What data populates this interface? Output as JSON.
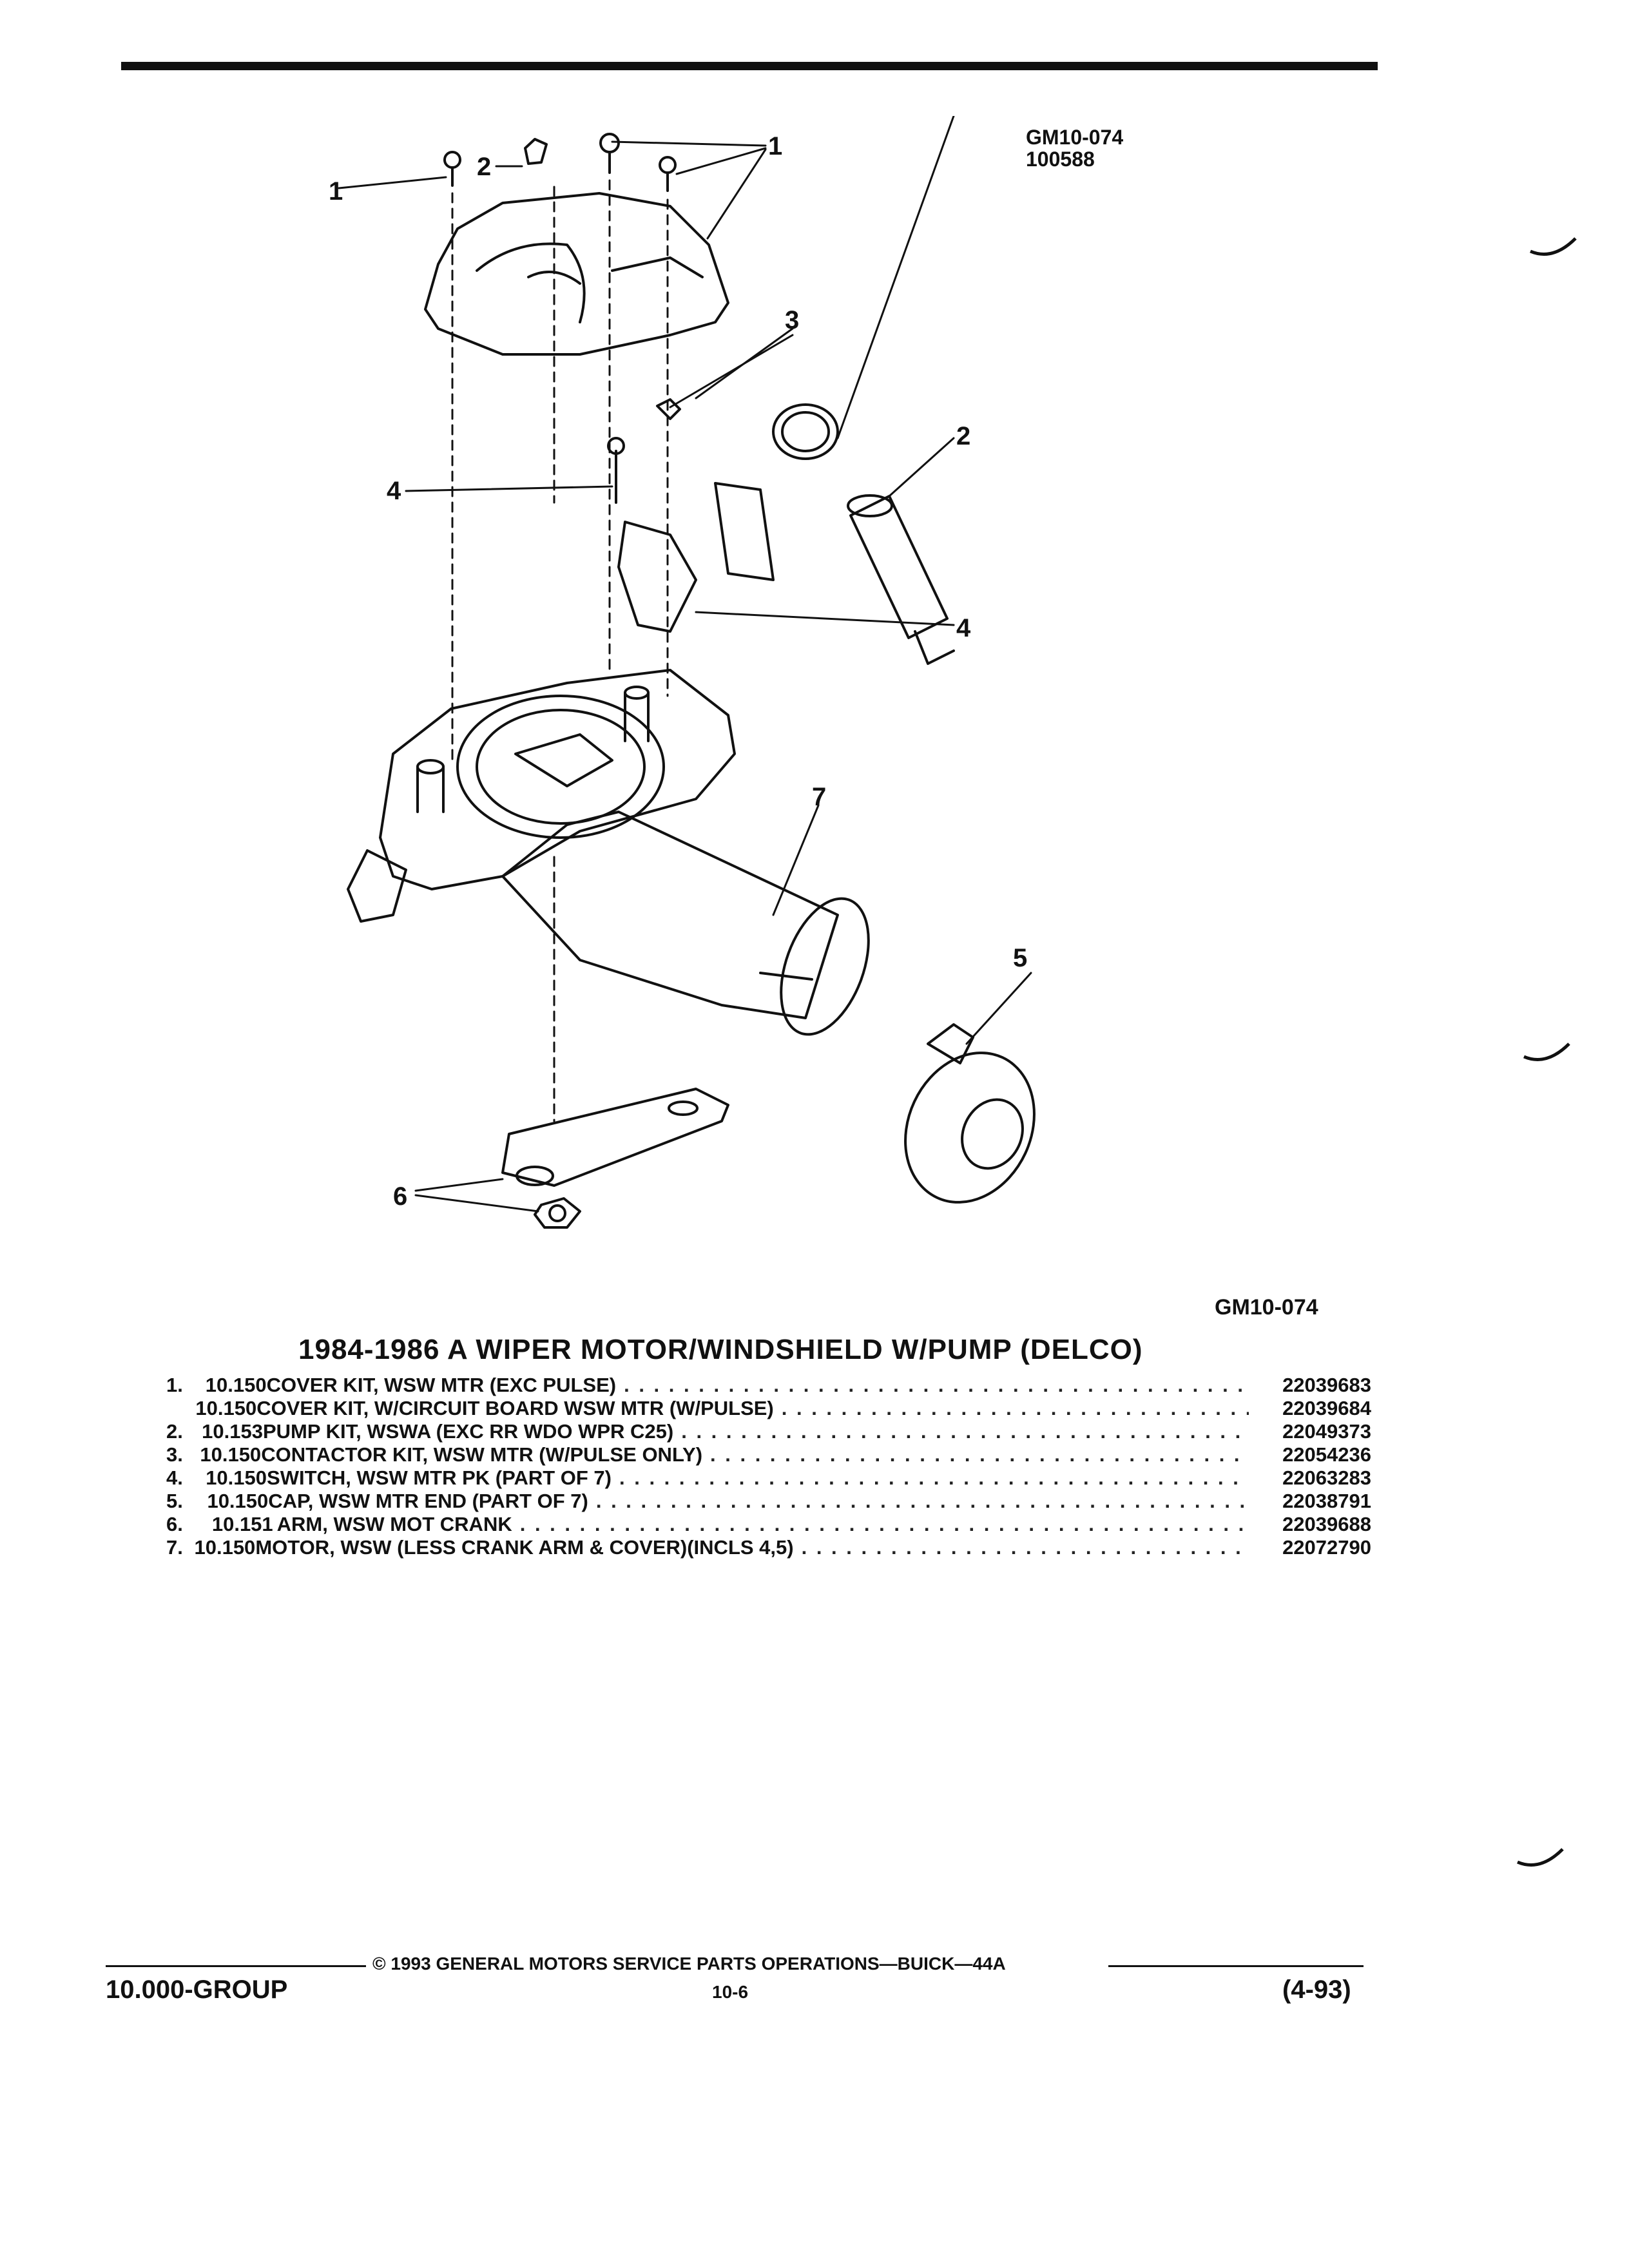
{
  "header": {
    "ref_code": "GM10-074",
    "ref_date": "100588"
  },
  "figure": {
    "id": "GM10-074",
    "callouts": [
      "1",
      "2",
      "1",
      "3",
      "2",
      "4",
      "4",
      "7",
      "5",
      "6"
    ]
  },
  "title": "1984-1986 A WIPER MOTOR/WINDSHIELD W/PUMP (DELCO)",
  "parts": [
    {
      "num": "1.",
      "group": "10.150",
      "name": "COVER KIT",
      "spec": ", WSW MTR (EXC PULSE)",
      "part_no": "22039683"
    },
    {
      "num": "",
      "group": "10.150",
      "name": "COVER KIT",
      "spec": ", W/CIRCUIT BOARD WSW MTR (W/PULSE)",
      "part_no": "22039684"
    },
    {
      "num": "2.",
      "group": "10.153",
      "name": "PUMP KIT",
      "spec": ", WSWA (EXC RR WDO WPR C25)",
      "part_no": "22049373"
    },
    {
      "num": "3.",
      "group": "10.150",
      "name": "CONTACTOR KIT",
      "spec": ", WSW MTR (W/PULSE ONLY)",
      "part_no": "22054236"
    },
    {
      "num": "4.",
      "group": "10.150",
      "name": "SWITCH",
      "spec": ", WSW MTR PK (PART OF 7)",
      "part_no": "22063283"
    },
    {
      "num": "5.",
      "group": "10.150",
      "name": "CAP",
      "spec": ", WSW MTR END (PART OF 7)",
      "part_no": "22038791"
    },
    {
      "num": "6.",
      "group": "10.151",
      "name": "ARM",
      "spec": ", WSW MOT CRANK",
      "part_no": "22039688"
    },
    {
      "num": "7.",
      "group": "10.150",
      "name": "MOTOR",
      "spec": ", WSW (LESS CRANK ARM & COVER)(INCLS 4,5)",
      "part_no": "22072790"
    }
  ],
  "footer": {
    "copyright": "© 1993 GENERAL MOTORS SERVICE PARTS OPERATIONS—BUICK—44A",
    "group": "10.000-GROUP",
    "page": "10-6",
    "date": "(4-93)"
  }
}
